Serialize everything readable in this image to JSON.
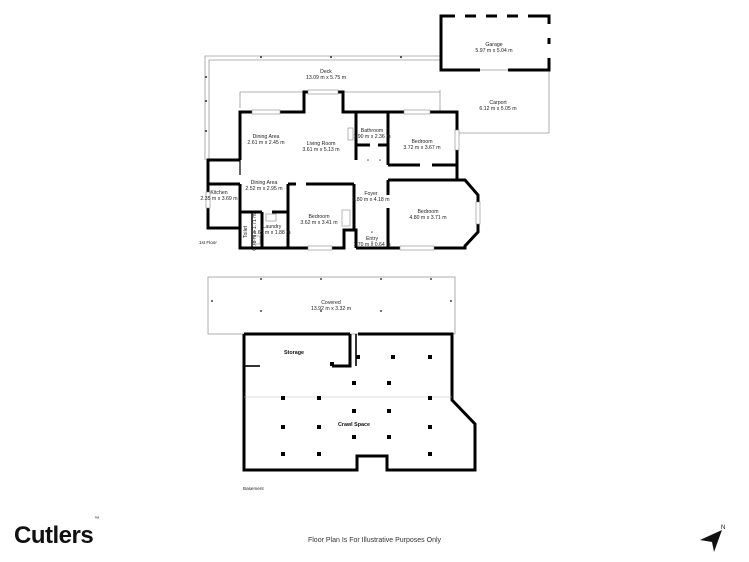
{
  "brand": {
    "name": "Cutlers",
    "tm": "™"
  },
  "footer": {
    "disclaimer": "Floor Plan Is For Illustrative Purposes Only"
  },
  "compass": {
    "label": "N"
  },
  "levels": {
    "first_floor": "1st Floor",
    "basement": "Basement"
  },
  "rooms": {
    "garage": {
      "name": "Garage",
      "dims": "5.97 m x 5.04 m"
    },
    "carport": {
      "name": "Carport",
      "dims": "6.12 m x 5.05 m"
    },
    "deck": {
      "name": "Deck",
      "dims": "13.09 m x 5.75 m"
    },
    "dining1": {
      "name": "Dining Area",
      "dims": "2.61 m x 2.45 m"
    },
    "living": {
      "name": "Living Room",
      "dims": "3.61 m x 5.13 m"
    },
    "bathroom": {
      "name": "Bathroom",
      "dims": "1.90 m x 2.36 m"
    },
    "bedroom1": {
      "name": "Bedroom",
      "dims": "3.72 m x 3.67 m"
    },
    "kitchen": {
      "name": "Kitchen",
      "dims": "2.35 m x 3.69 m"
    },
    "dining2": {
      "name": "Dining Area",
      "dims": "2.52 m x 2.95 m"
    },
    "foyer": {
      "name": "Foyer",
      "dims": "1.80 m x 4.18 m"
    },
    "bedroom2": {
      "name": "Bedroom",
      "dims": "4.80 m x 3.71 m"
    },
    "bedroom3": {
      "name": "Bedroom",
      "dims": "3.62 m x 3.41 m"
    },
    "laundry": {
      "name": "Laundry",
      "dims": "1.65 m x 1.88 m"
    },
    "toilet": {
      "name": "Toilet",
      "dims": "0.78 m x 1.71 m"
    },
    "entry": {
      "name": "Entry",
      "dims": "1.70 m x 0.64 m"
    },
    "covered": {
      "name": "Covered",
      "dims": "13.92 m x 3.32 m"
    },
    "storage": {
      "name": "Storage"
    },
    "crawl": {
      "name": "Crawl Space"
    }
  }
}
